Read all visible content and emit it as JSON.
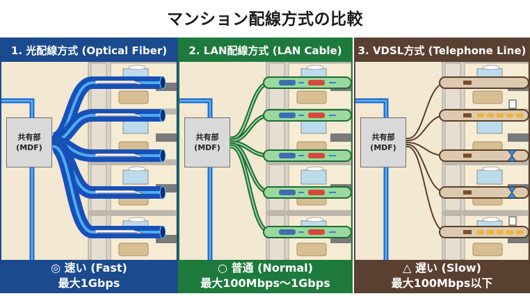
{
  "title": "マンション配線方式の比較",
  "common": {
    "mdf_line1": "共有部",
    "mdf_line2": "(MDF)"
  },
  "panels": [
    {
      "id": "optical",
      "header": "1. 光配線方式 (Optical Fiber)",
      "rating_line": "◎ 速い (Fast)",
      "speed_line": "最大1Gbps",
      "color": "#1b4a8e",
      "metaphor": "bullet-train",
      "floors": 5
    },
    {
      "id": "lan",
      "header": "2. LAN配線方式 (LAN Cable)",
      "rating_line": "○ 普通 (Normal)",
      "speed_line": "最大100Mbps〜1Gbps",
      "color": "#1d7a3c",
      "metaphor": "car",
      "floors": 5
    },
    {
      "id": "vdsl",
      "header": "3. VDSL方式 (Telephone Line)",
      "rating_line": "△ 遅い (Slow)",
      "speed_line": "最大100Mbps以下",
      "color": "#5a4030",
      "metaphor": "mine-cart",
      "floors": 5
    }
  ]
}
